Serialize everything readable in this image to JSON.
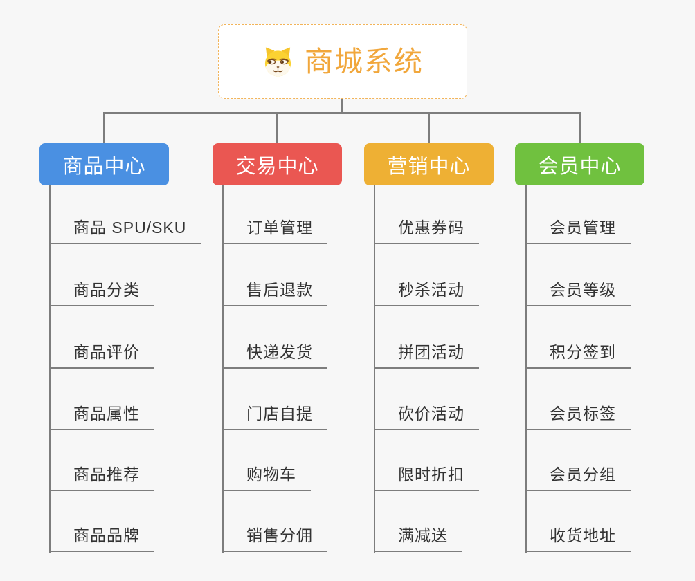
{
  "page": {
    "background_color": "#f7f7f7",
    "connector_color": "#7d7d7d",
    "leaf_text_color": "#333333"
  },
  "root": {
    "title": "商城系统",
    "icon": "shiba-dog-icon",
    "text_color": "#f1a73c",
    "border_color": "#f2b459"
  },
  "branches": [
    {
      "label": "商品中心",
      "color": "#4a90e2",
      "items": [
        "商品 SPU/SKU",
        "商品分类",
        "商品评价",
        "商品属性",
        "商品推荐",
        "商品品牌"
      ]
    },
    {
      "label": "交易中心",
      "color": "#ea5752",
      "items": [
        "订单管理",
        "售后退款",
        "快递发货",
        "门店自提",
        "购物车",
        "销售分佣"
      ]
    },
    {
      "label": "营销中心",
      "color": "#eeb034",
      "items": [
        "优惠券码",
        "秒杀活动",
        "拼团活动",
        "砍价活动",
        "限时折扣",
        "满减送"
      ]
    },
    {
      "label": "会员中心",
      "color": "#70c13f",
      "items": [
        "会员管理",
        "会员等级",
        "积分签到",
        "会员标签",
        "会员分组",
        "收货地址"
      ]
    }
  ]
}
